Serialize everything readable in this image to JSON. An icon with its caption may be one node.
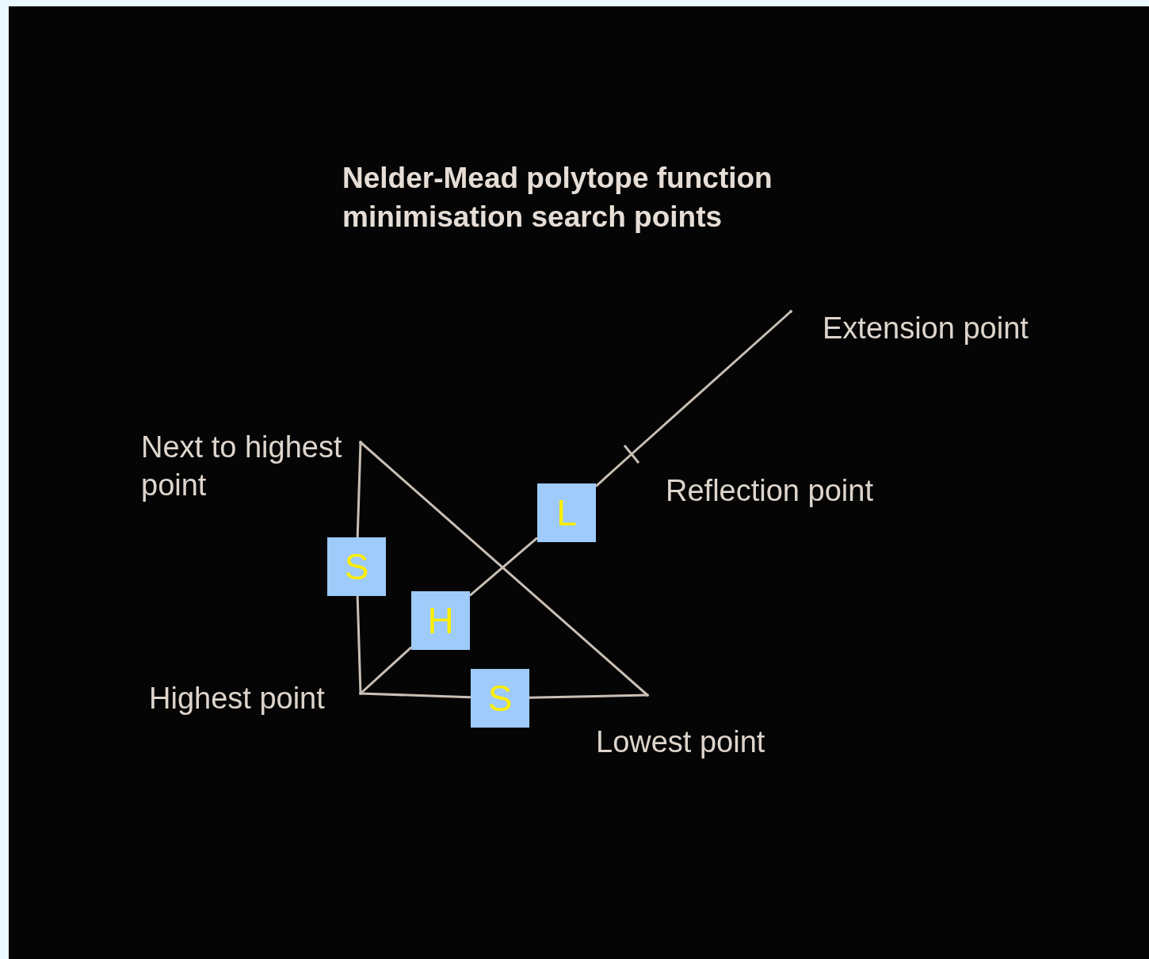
{
  "diagram": {
    "title": "Nelder-Mead polytope function minimisation search points",
    "nodes": [
      {
        "text": [],
        "shape": "point",
        "beside": [
          "Next to highest point"
        ]
      },
      {
        "text": [],
        "shape": "point",
        "beside": [
          "Highest point"
        ]
      },
      {
        "text": [],
        "shape": "point",
        "beside": [
          "Lowest point"
        ]
      },
      {
        "text": [],
        "shape": "tick",
        "beside": [
          "Reflection point"
        ]
      },
      {
        "text": [],
        "shape": "point",
        "beside": [
          "Extension point"
        ]
      },
      {
        "text": [
          "S"
        ]
      },
      {
        "text": [
          "H"
        ]
      },
      {
        "text": [
          "L"
        ]
      },
      {
        "text": [
          "S"
        ]
      }
    ],
    "edges": [
      {
        "from": 0,
        "to": 5,
        "arrow": "none"
      },
      {
        "from": 5,
        "to": 1,
        "arrow": "none"
      },
      {
        "from": 1,
        "to": 8,
        "arrow": "none"
      },
      {
        "from": 8,
        "to": 2,
        "arrow": "none"
      },
      {
        "from": 0,
        "to": 2,
        "arrow": "none"
      },
      {
        "from": 1,
        "to": 6,
        "arrow": "none"
      },
      {
        "from": 6,
        "to": 7,
        "arrow": "none"
      },
      {
        "from": 7,
        "to": 3,
        "arrow": "none"
      },
      {
        "from": 3,
        "to": 4,
        "arrow": "none"
      }
    ]
  }
}
